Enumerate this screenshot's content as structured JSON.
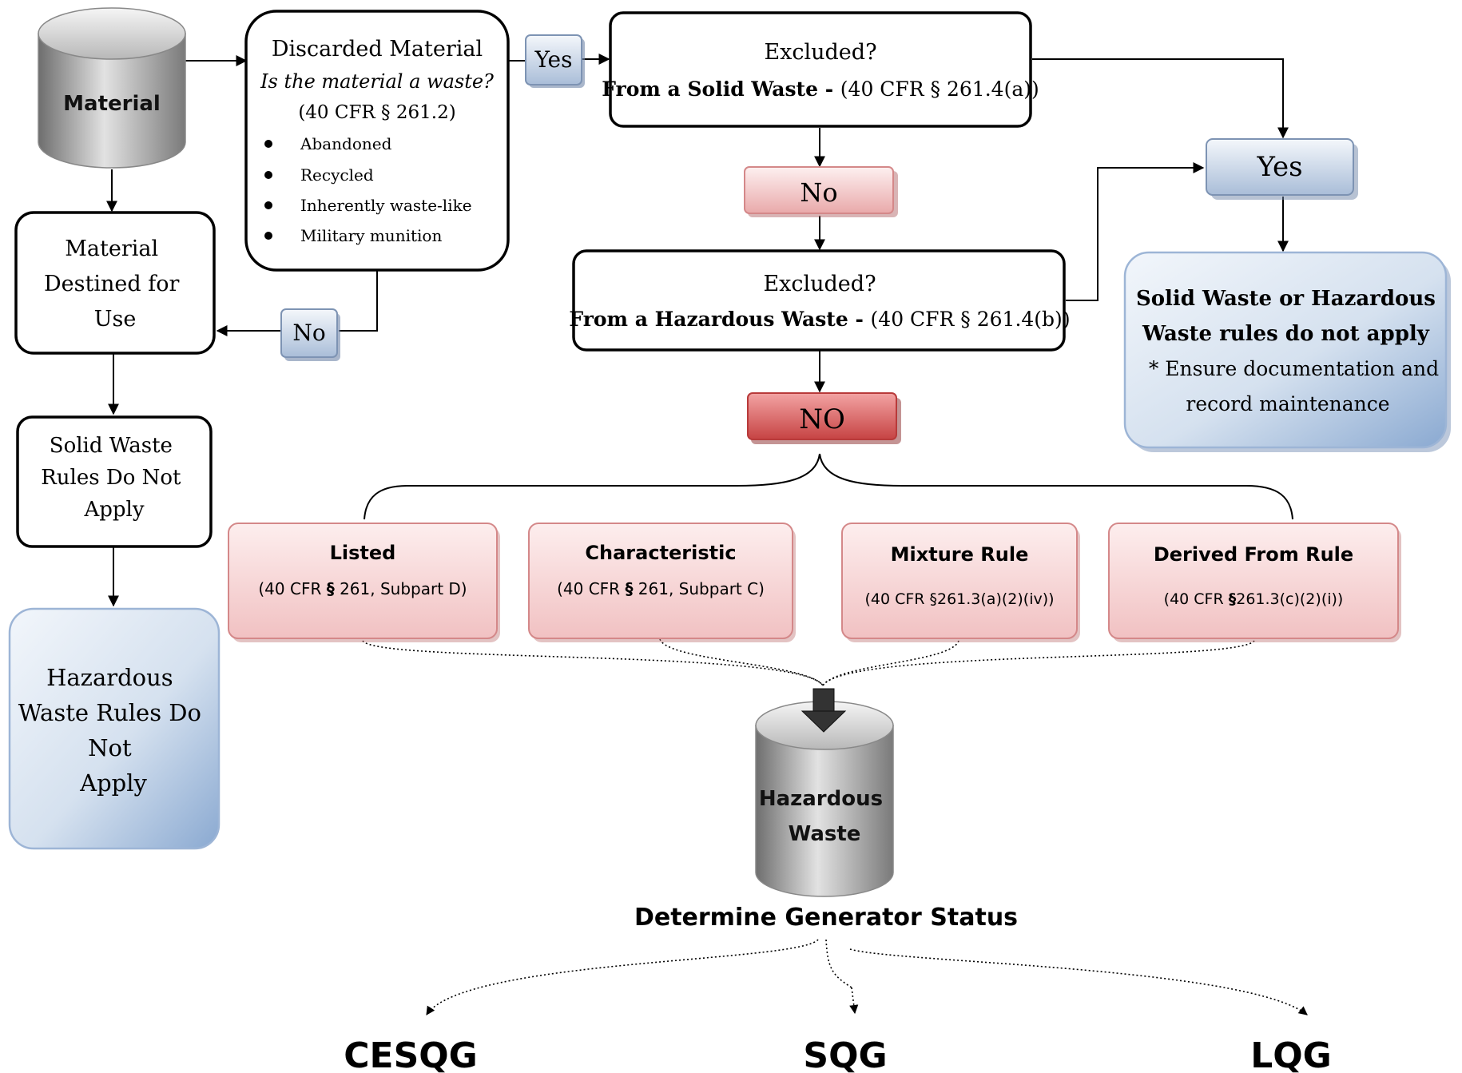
{
  "material": {
    "label": "Material"
  },
  "discarded": {
    "title": "Discarded Material",
    "question": "Is the material a waste?",
    "citation": "(40 CFR § 261.2)",
    "bullets": [
      "Abandoned",
      "Recycled",
      "Inherently waste-like",
      "Military munition"
    ]
  },
  "yes_top": "Yes",
  "no_left": "No",
  "destined": [
    "Material",
    "Destined for",
    "Use"
  ],
  "solid_not_apply": [
    "Solid Waste",
    "Rules Do Not",
    "Apply"
  ],
  "haz_not_apply": [
    "Hazardous",
    "Waste Rules Do",
    "Not",
    "Apply"
  ],
  "excluded_solid": {
    "line1": "Excluded?",
    "line2_bold": "From a Solid Waste - ",
    "line2_cite": "(40 CFR § 261.4(a))"
  },
  "no_mid": "No",
  "excluded_haz": {
    "line1": "Excluded?",
    "line2_bold": "From a Hazardous Waste - ",
    "line2_cite": "(40 CFR § 261.4(b))"
  },
  "no_big": "NO",
  "yes_right": "Yes",
  "rules_not_apply": [
    "Solid Waste or Hazardous",
    "Waste rules do not apply",
    "* Ensure documentation and",
    "record maintenance"
  ],
  "categories": [
    {
      "title": "Listed",
      "cite_pre": "(40 CFR ",
      "cite_bold": "§",
      "cite_post": " 261, Subpart D)"
    },
    {
      "title": "Characteristic",
      "cite_pre": "(40 CFR ",
      "cite_bold": "§",
      "cite_post": " 261, Subpart C)"
    },
    {
      "title": "Mixture Rule",
      "cite_pre": "(40 CFR §261.3(a)(2)(iv))",
      "cite_bold": "",
      "cite_post": ""
    },
    {
      "title": "Derived From Rule",
      "cite_pre": "(40 CFR ",
      "cite_bold": "§",
      "cite_post": "261.3(c)(2)(i))"
    }
  ],
  "hazardous_waste": [
    "Hazardous",
    "Waste"
  ],
  "determine": "Determine Generator Status",
  "generators": [
    "CESQG",
    "SQG",
    "LQG"
  ]
}
